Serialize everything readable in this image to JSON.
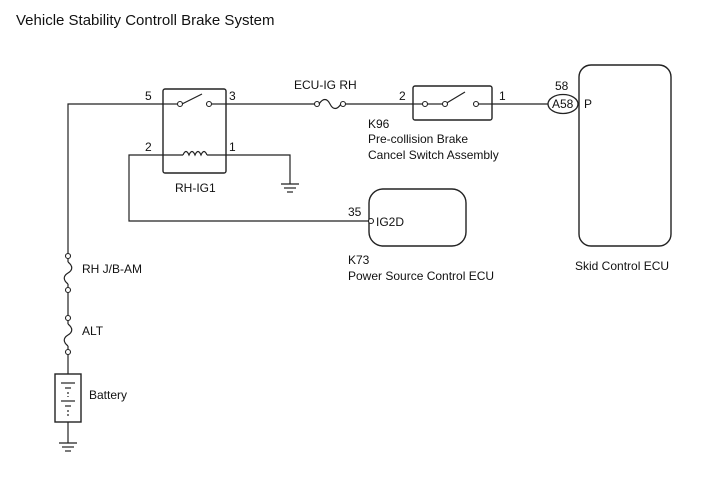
{
  "title": "Vehicle Stability Controll Brake System",
  "relay": {
    "name": "RH-IG1",
    "pin_top_left": "5",
    "pin_top_right": "3",
    "pin_bottom_left": "2",
    "pin_bottom_right": "1"
  },
  "fuse_ecu_ig": "ECU-IG RH",
  "switch": {
    "pin_left": "2",
    "pin_right": "1",
    "code": "K96",
    "name_line1": "Pre-collision Brake",
    "name_line2": "Cancel Switch Assembly"
  },
  "power_ecu": {
    "pin": "35",
    "terminal": "IG2D",
    "code": "K73",
    "name": "Power Source Control ECU"
  },
  "skid_ecu": {
    "pin": "58",
    "connector": "A58",
    "terminal": "P",
    "name": "Skid Control ECU"
  },
  "fuse_rh_jb": "RH J/B-AM",
  "fuse_alt": "ALT",
  "battery": "Battery"
}
